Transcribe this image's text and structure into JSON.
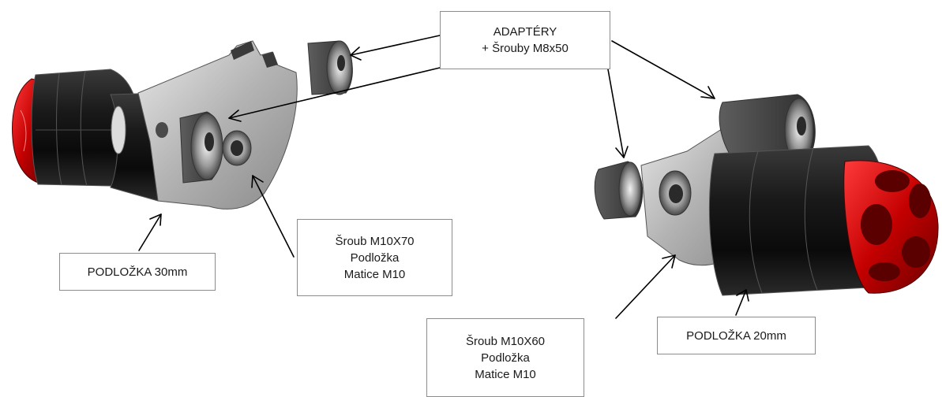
{
  "callouts": {
    "adaptery": {
      "line1": "ADAPTÉRY",
      "line2": "+ Šrouby M8x50"
    },
    "podlozka_30": {
      "text": "PODLOŽKA 30mm"
    },
    "sroub_m10x70": {
      "line1": "Šroub M10X70",
      "line2": "Podložka",
      "line3": "Matice M10"
    },
    "sroub_m10x60": {
      "line1": "Šroub M10X60",
      "line2": "Podložka",
      "line3": "Matice M10"
    },
    "podlozka_20": {
      "text": "PODLOŽKA 20mm"
    }
  },
  "colors": {
    "slider_red": "#d10a0a",
    "slider_black": "#141414",
    "bracket_gray": "#a9a9a9",
    "arrow": "#000000"
  }
}
